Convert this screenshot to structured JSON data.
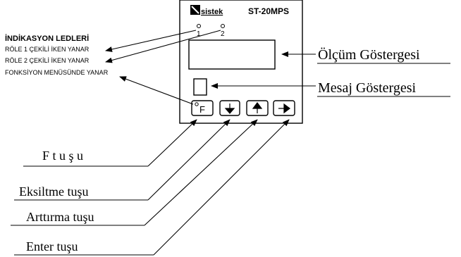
{
  "device": {
    "brand": "sistek",
    "model": "ST-20MPS",
    "led1_number": "1",
    "led2_number": "2",
    "f_key_label": "F"
  },
  "indicators": {
    "heading": "İNDİKASYON LEDLERİ",
    "line1": "RÖLE 1 ÇEKİLİ İKEN YANAR",
    "line2": "RÖLE 2 ÇEKİLİ İKEN YANAR",
    "line3": "FONKSİYON MENÜSÜNDE YANAR"
  },
  "labels": {
    "measurement_display": "Ölçüm Göstergesi",
    "message_display": "Mesaj Göstergesi",
    "f_key": "F  t u ş u",
    "decrease_key": "Eksiltme tuşu",
    "increase_key": "Arttırma tuşu",
    "enter_key": "Enter  tuşu"
  }
}
